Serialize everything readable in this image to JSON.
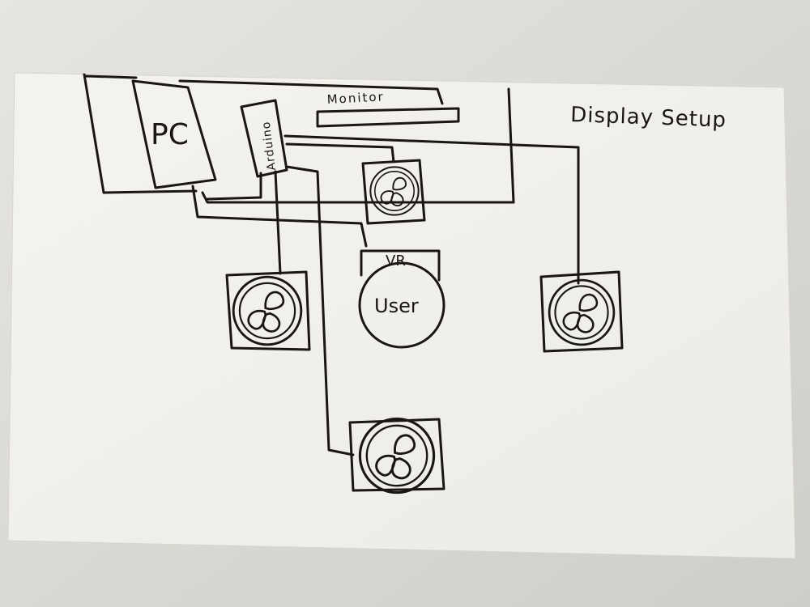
{
  "diagram": {
    "title": "Display Setup",
    "labels": {
      "pc": "PC",
      "monitor": "Monitor",
      "arduino": "Arduino",
      "vr": "VR",
      "user": "User"
    },
    "fans": [
      "fan-top-center",
      "fan-left",
      "fan-right",
      "fan-bottom"
    ]
  },
  "colors": {
    "background": "#d9d8d4",
    "card": "#f3f1ec",
    "ink": "#1a1614"
  }
}
